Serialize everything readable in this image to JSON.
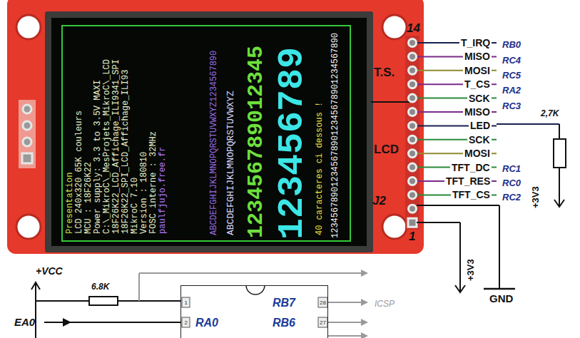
{
  "diagram": {
    "nodes": [
      {
        "text": [
          "RA0",
          "RB7",
          "RB6"
        ]
      }
    ],
    "labels": [
      "Presentation",
      "LCD 240x320 65K couleurs",
      "MCU : 18F26K22",
      "Power supply: 3.3 to 3.5V MAXI",
      "C:\\_MikroC\\_MesProjets_MikroC\\_LCD",
      "18F26K22_LCD_Affichage_ILI9341_SPI",
      "18F26K22_SPI_LCD_Affichage_ILI93",
      "MikroC 7.10",
      "Version : 180810",
      "FOSC interne : 32MHz",
      "paulfjujo.free.fr",
      "ABCDEFGHIJKLMNOPQRSTUVWXYZ1234567890",
      "ABCDEFGHIJKLMNOPQRSTUVWXYZ",
      "123456789012345",
      "123456789",
      "40 caracteres ci dessous !",
      "1234567890123456789012345678901234567890",
      "14",
      "T_IRQ",
      "RB0",
      "MISO",
      "RC4",
      "MOSI",
      "RC5",
      "T.S.",
      "T_CS",
      "RA2",
      "SCK",
      "RC3",
      "MISO",
      "LED",
      "2,7K",
      "LCD",
      "SCK",
      "MOSI",
      "TFT_DC",
      "RC1",
      "TFT_RES",
      "RC0",
      "TFT_CS",
      "RC2",
      "+3V3",
      "J2",
      "1",
      "+3V3",
      "GND",
      "+VCC",
      "6.8K",
      "EA0",
      "1",
      "2",
      "28",
      "27",
      "ICSP"
    ]
  }
}
